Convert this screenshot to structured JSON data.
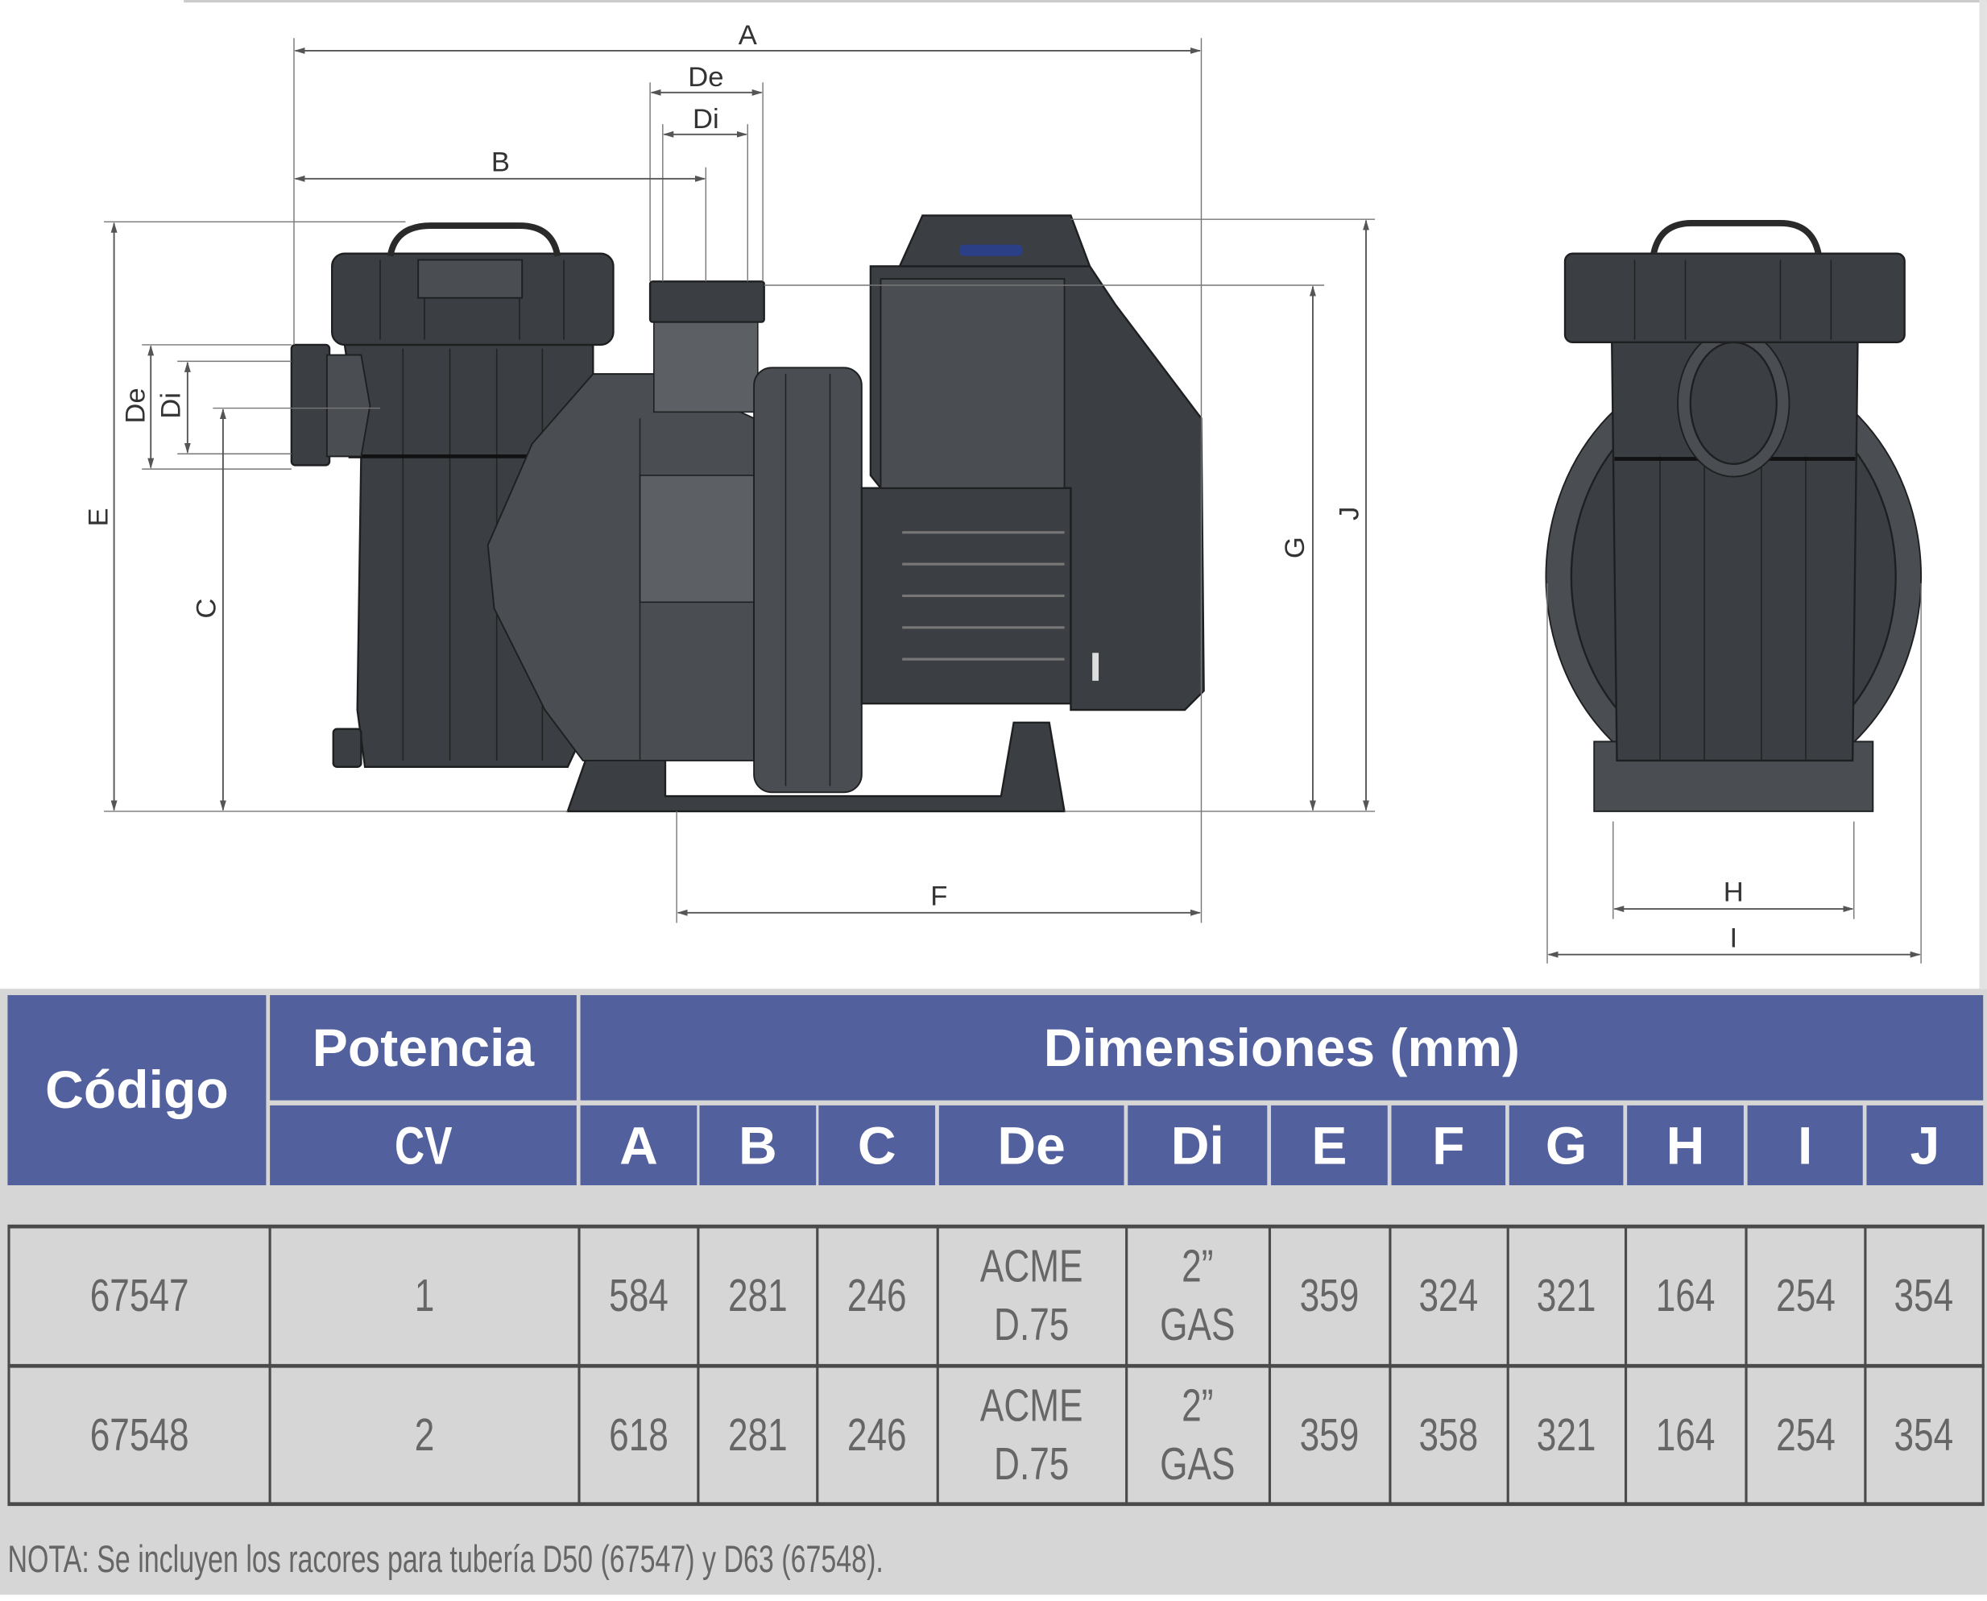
{
  "drawing": {
    "labels": {
      "A": "A",
      "B": "B",
      "C": "C",
      "De": "De",
      "Di": "Di",
      "E": "E",
      "F": "F",
      "G": "G",
      "H": "H",
      "I": "I",
      "J": "J"
    }
  },
  "table": {
    "header_color": "#52609e",
    "codigo": "Código",
    "potencia": "Potencia",
    "dimensiones": "Dimensiones (mm)",
    "cv": "CV",
    "dim_columns": [
      "A",
      "B",
      "C",
      "De",
      "Di",
      "E",
      "F",
      "G",
      "H",
      "I",
      "J"
    ],
    "rows": [
      {
        "codigo": "67547",
        "cv": "1",
        "A": "584",
        "B": "281",
        "C": "246",
        "De": [
          "ACME",
          "D.75"
        ],
        "Di": [
          "2”",
          "GAS"
        ],
        "E": "359",
        "F": "324",
        "G": "321",
        "H": "164",
        "I": "254",
        "J": "354"
      },
      {
        "codigo": "67548",
        "cv": "2",
        "A": "618",
        "B": "281",
        "C": "246",
        "De": [
          "ACME",
          "D.75"
        ],
        "Di": [
          "2”",
          "GAS"
        ],
        "E": "359",
        "F": "358",
        "G": "321",
        "H": "164",
        "I": "254",
        "J": "354"
      }
    ]
  },
  "note": "NOTA: Se incluyen los racores para tubería D50 (67547) y D63 (67548)."
}
